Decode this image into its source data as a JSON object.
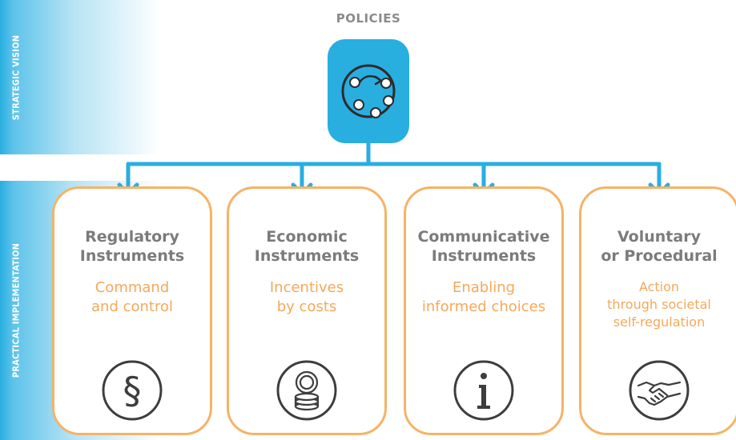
{
  "sidebar": {
    "top_label": "STRATEGIC VISION",
    "bottom_label": "PRACTICAL IMPLEMENTATION"
  },
  "heading": "POLICIES",
  "colors": {
    "band": "#29aee0",
    "policy_box": "#29aee0",
    "connector": "#29aee0",
    "card_border": "#f6b366",
    "title_text": "#7b7b7b",
    "subtitle_text": "#f6a85a",
    "icon_stroke": "#3d3d3d"
  },
  "cards": [
    {
      "title": [
        "Regulatory",
        "Instruments"
      ],
      "subtitle": [
        "Command",
        "and control"
      ],
      "icon": "section-sign-icon"
    },
    {
      "title": [
        "Economic",
        "Instruments"
      ],
      "subtitle": [
        "Incentives",
        "by costs"
      ],
      "icon": "coins-icon"
    },
    {
      "title": [
        "Communicative",
        "Instruments"
      ],
      "subtitle": [
        "Enabling",
        "informed choices"
      ],
      "icon": "info-icon"
    },
    {
      "title": [
        "Voluntary",
        "or Procedural"
      ],
      "subtitle": [
        "Action",
        "through societal",
        "self-regulation"
      ],
      "icon": "handshake-icon"
    }
  ]
}
